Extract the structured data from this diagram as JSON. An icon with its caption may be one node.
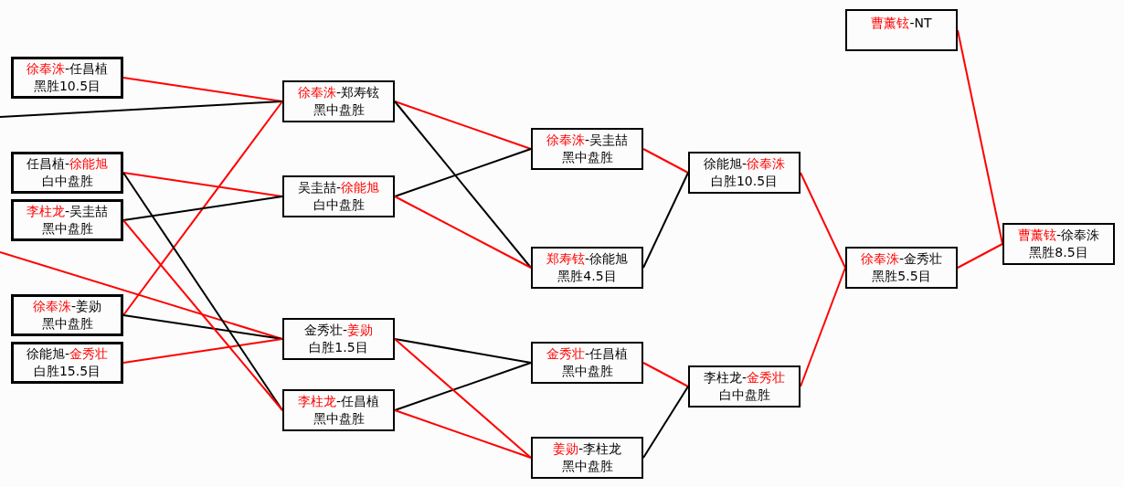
{
  "diagram": {
    "nodes": [
      {
        "text": [
          "徐奉洙-任昌植",
          "黑胜10.5目"
        ]
      },
      {
        "text": [
          "任昌植-徐能旭",
          "白中盘胜"
        ]
      },
      {
        "text": [
          "李柱龙-吴圭喆",
          "黑中盘胜"
        ]
      },
      {
        "text": [
          "徐奉洙-姜勋",
          "黑中盘胜"
        ]
      },
      {
        "text": [
          "徐能旭-金秀壮",
          "白胜15.5目"
        ]
      },
      {
        "text": [
          "徐奉洙-郑寿铉",
          "黑中盘胜"
        ]
      },
      {
        "text": [
          "吴圭喆-徐能旭",
          "白中盘胜"
        ]
      },
      {
        "text": [
          "金秀壮-姜勋",
          "白胜1.5目"
        ]
      },
      {
        "text": [
          "李柱龙-任昌植",
          "黑中盘胜"
        ]
      },
      {
        "text": [
          "徐奉洙-吴圭喆",
          "黑中盘胜"
        ]
      },
      {
        "text": [
          "郑寿铉-徐能旭",
          "黑胜4.5目"
        ]
      },
      {
        "text": [
          "金秀壮-任昌植",
          "黑中盘胜"
        ]
      },
      {
        "text": [
          "姜勋-李柱龙",
          "黑中盘胜"
        ]
      },
      {
        "text": [
          "徐能旭-徐奉洙",
          "白胜10.5目"
        ]
      },
      {
        "text": [
          "李柱龙-金秀壮",
          "白中盘胜"
        ]
      },
      {
        "text": [
          "徐奉洙-金秀壮",
          "黑胜5.5目"
        ]
      },
      {
        "text": [
          "曹薰铉-NT"
        ]
      },
      {
        "text": [
          "曹薰铉-徐奉洙",
          "黑胜8.5目"
        ]
      }
    ],
    "edges": [
      {
        "from": 0,
        "to": 5,
        "arrow": "none"
      },
      {
        "from": null,
        "to": 5,
        "arrow": "none",
        "color": "#000000"
      },
      {
        "from": 3,
        "to": 5,
        "arrow": "none"
      },
      {
        "from": 1,
        "to": 6,
        "arrow": "none"
      },
      {
        "from": 2,
        "to": 6,
        "arrow": "none",
        "color": "#000000"
      },
      {
        "from": null,
        "to": 7,
        "arrow": "none"
      },
      {
        "from": 3,
        "to": 7,
        "arrow": "none",
        "color": "#000000"
      },
      {
        "from": 4,
        "to": 7,
        "arrow": "none"
      },
      {
        "from": 1,
        "to": 8,
        "arrow": "none",
        "color": "#000000"
      },
      {
        "from": 2,
        "to": 8,
        "arrow": "none"
      },
      {
        "from": 5,
        "to": 9,
        "arrow": "none"
      },
      {
        "from": 6,
        "to": 9,
        "arrow": "none",
        "color": "#000000"
      },
      {
        "from": 5,
        "to": 10,
        "arrow": "none",
        "color": "#000000"
      },
      {
        "from": 6,
        "to": 10,
        "arrow": "none"
      },
      {
        "from": 7,
        "to": 11,
        "arrow": "none",
        "color": "#000000"
      },
      {
        "from": 8,
        "to": 11,
        "arrow": "none",
        "color": "#000000"
      },
      {
        "from": 7,
        "to": 12,
        "arrow": "none"
      },
      {
        "from": 8,
        "to": 12,
        "arrow": "none"
      },
      {
        "from": 9,
        "to": 13,
        "arrow": "none"
      },
      {
        "from": 10,
        "to": 13,
        "arrow": "none",
        "color": "#000000"
      },
      {
        "from": 11,
        "to": 14,
        "arrow": "none"
      },
      {
        "from": 12,
        "to": 14,
        "arrow": "none",
        "color": "#000000"
      },
      {
        "from": 13,
        "to": 15,
        "arrow": "none"
      },
      {
        "from": 14,
        "to": 15,
        "arrow": "none"
      },
      {
        "from": 16,
        "to": 17,
        "arrow": "none"
      },
      {
        "from": 15,
        "to": 17,
        "arrow": "none"
      }
    ]
  }
}
